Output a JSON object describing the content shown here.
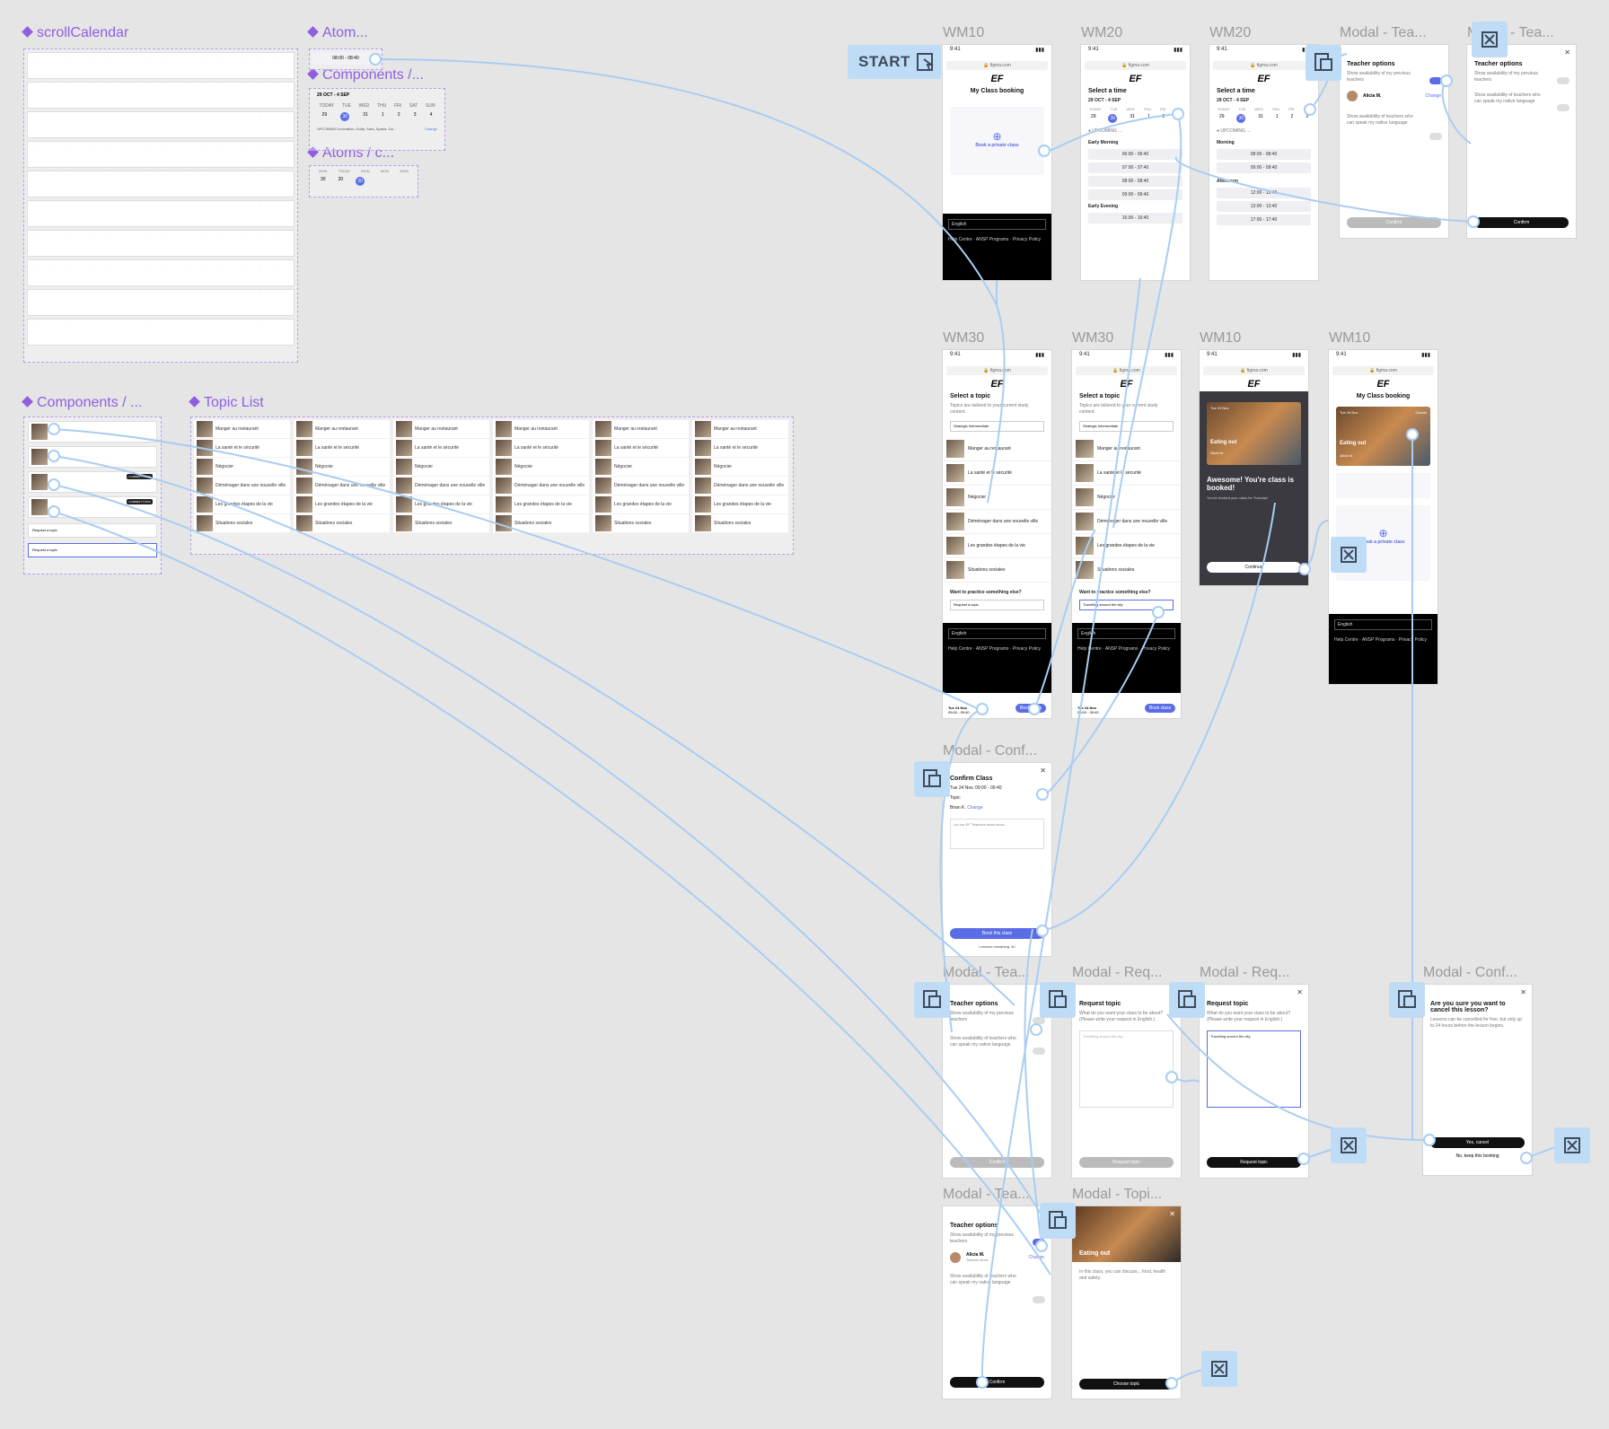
{
  "canvas": {
    "background": "#e5e5e5",
    "wire_color": "#a9cdf2",
    "purple_color": "#c9b0f5",
    "label_purple": "#8f5fe0"
  },
  "start": {
    "label": "START"
  },
  "components": {
    "scroll_calendar": "scrollCalendar",
    "atom1": "Atom...",
    "components1": "Components /...",
    "atoms_c": "Atoms / c...",
    "components2": "Components / ...",
    "topic_list": "Topic List",
    "atom_slot": "08:00 - 08:40",
    "range": "29 OCT - 4 SEP",
    "upcoming": "UPCOMING Innovation, Sofia, Sara, Spana, Da...",
    "change": "Change",
    "atom_days": [
      "MON",
      "TODAY",
      "MON",
      "MON",
      "MON"
    ],
    "atom_nums": [
      "30",
      "20",
      "20"
    ],
    "request_topic": "Request a topic",
    "current_topic": "CURRENT TOPIC"
  },
  "frames": {
    "wm10a": {
      "label": "WM10",
      "title": "My Class booking",
      "cta": "Book a private class",
      "lang": "English",
      "links": "Help Centre · ANSP Programs · Privacy Policy"
    },
    "wm20a": {
      "label": "WM20",
      "title": "Select a time",
      "range": "29 OCT - 4 SEP",
      "sec1": "Early Morning",
      "slots1": [
        "06:00 - 06:40",
        "07:00 - 07:40",
        "08:00 - 08:40",
        "09:00 - 09:40"
      ],
      "sec2": "Early Evening",
      "slots2": [
        "16:00 - 16:40"
      ]
    },
    "wm20b": {
      "label": "WM20",
      "title": "Select a time",
      "range": "29 OCT - 4 SEP",
      "sec1": "Morning",
      "slots1": [
        "08:00 - 08:40",
        "09:00 - 09:40"
      ],
      "sec2": "Afternoon",
      "slots2": [
        "12:00 - 12:40",
        "13:00 - 13:40",
        "17:00 - 17:40"
      ]
    },
    "modal_tea_top": {
      "label": "Modal - Tea...",
      "title": "Teacher options",
      "opt1": "Show availability of my previous teachers",
      "teacher": "Alicia M.",
      "teacher_sub": "Tea Noe from",
      "change": "Change",
      "opt2": "Show availability of teachers who can speak my native language",
      "confirm": "Confirm"
    },
    "modal_tea_top2": {
      "label": "Modal - Tea...",
      "title": "Teacher options",
      "opt1": "Show availability of my previous teachers",
      "opt2": "Show availability of teachers who can speak my native language",
      "confirm": "Confirm"
    },
    "wm30a": {
      "label": "WM30",
      "title": "Select a topic",
      "sub": "Topics are tailored to your current study content.",
      "level": "Strategic Intermediate",
      "topics": [
        "Manger au restaurant",
        "La santé et le sécurité",
        "Négocier",
        "Déménager dans une nouvelle ville",
        "Les grandes étapes de la vie",
        "Situations sociales"
      ],
      "want": "Want to practice something else?",
      "req": "Request a topic",
      "date": "Tue 24 Nov",
      "time": "09:00 - 09:40",
      "book": "Book class"
    },
    "wm30b": {
      "label": "WM30",
      "title": "Select a topic",
      "sub": "Topics are tailored to your current study content.",
      "level": "Strategic Intermediate",
      "topics": [
        "Manger au restaurant",
        "La santé et le sécurité",
        "Négocier",
        "Déménager dans une nouvelle ville",
        "Les grandes étapes de la vie",
        "Situations sociales"
      ],
      "want": "Want to practice something else?",
      "req": "Travelling around the city",
      "date": "Tue 24 Nov",
      "time": "09:00 - 09:40",
      "book": "Book class"
    },
    "wm10b": {
      "label": "WM10",
      "card_date": "Tue 24 Nov",
      "card_topic": "Eating out",
      "teacher": "Alicia M.",
      "headline": "Awesome! You're class is booked!",
      "body": "You've booked your class for Tuesday!",
      "continue": "Continue"
    },
    "wm10c": {
      "label": "WM10",
      "title": "My Class booking",
      "card_date": "Tue 24 Nov",
      "card_topic": "Eating out",
      "teacher": "Alicia M.",
      "cancel": "Cancel",
      "cta": "Book a private class",
      "lang": "English",
      "links": "Help Centre · ANSP Programs · Privacy Policy"
    },
    "modal_conf": {
      "label": "Modal - Conf...",
      "title": "Confirm Class",
      "datetime": "Tue 24 Nov, 09:00 - 09:40",
      "topic": "Topic",
      "teacher": "Brian K.",
      "change": "Change",
      "note": "Let our EF Teachers team know...",
      "book": "Book this class",
      "remaining": "Lessons remaining: 40"
    },
    "modal_tea_mid": {
      "label": "Modal - Tea...",
      "title": "Teacher options",
      "opt1": "Show availability of my previous teachers",
      "opt2": "Show availability of teachers who can speak my native language",
      "confirm": "Confirm"
    },
    "modal_req1": {
      "label": "Modal - Req...",
      "title": "Request topic",
      "sub": "What do you want your class to be about? (Please write your request in English.)",
      "placeholder": "Travelling around the city",
      "btn": "Request topic"
    },
    "modal_req2": {
      "label": "Modal - Req...",
      "title": "Request topic",
      "sub": "What do you want your class to be about? (Please write your request in English.)",
      "value": "Travelling around the city",
      "btn": "Request topic"
    },
    "modal_cancel": {
      "label": "Modal - Conf...",
      "title": "Are you sure you want to cancel this lesson?",
      "body": "Lessons can be cancelled for free, but only up to 24 hours before the lesson begins.",
      "yes": "Yes, cancel",
      "no": "No, keep this booking"
    },
    "modal_tea_bot": {
      "label": "Modal - Tea...",
      "title": "Teacher options",
      "opt1": "Show availability of my previous teachers",
      "teacher": "Alicia M.",
      "teacher_sub": "Teacher since",
      "change": "Change",
      "opt2": "Show availability of teachers who can speak my native language",
      "confirm": "Confirm"
    },
    "modal_topic": {
      "label": "Modal - Topi...",
      "hero": "Eating out",
      "body": "In this class, you can discuss... food, health and safety.",
      "btn": "Choose topic"
    }
  }
}
